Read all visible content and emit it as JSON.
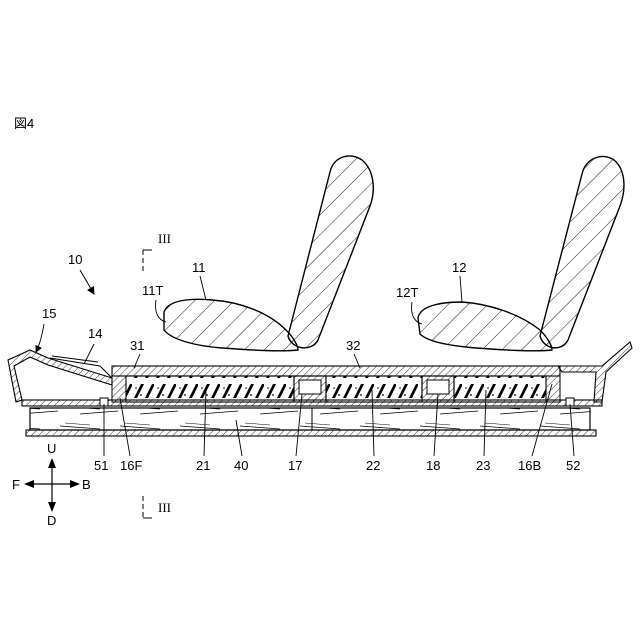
{
  "figure_label": "図4",
  "section_marks": {
    "top": "III",
    "bottom": "III"
  },
  "reference_numerals": {
    "n10": "10",
    "n11": "11",
    "n11T": "11T",
    "n12": "12",
    "n12T": "12T",
    "n14": "14",
    "n15": "15",
    "n31": "31",
    "n32": "32",
    "n51": "51",
    "n16F": "16F",
    "n21": "21",
    "n40": "40",
    "n17": "17",
    "n22": "22",
    "n18": "18",
    "n23": "23",
    "n16B": "16B",
    "n52": "52"
  },
  "directions": {
    "up": "U",
    "down": "D",
    "front": "F",
    "back": "B"
  }
}
